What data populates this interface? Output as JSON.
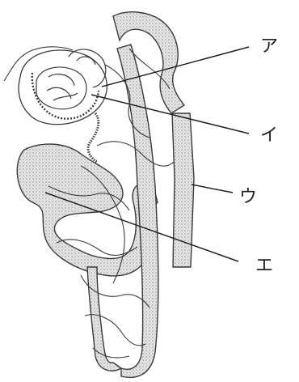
{
  "labels": {
    "a": "ア",
    "i": "イ",
    "u": "ウ",
    "e": "エ"
  },
  "colors": {
    "stipple": "#d9d9d9",
    "line": "#3a3a3a"
  }
}
